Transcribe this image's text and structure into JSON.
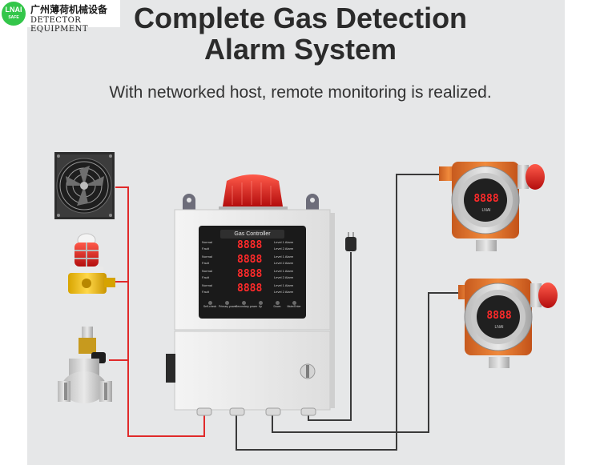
{
  "header": {
    "title_line1": "Complete Gas Detection",
    "title_line2": "Alarm System",
    "subtitle": "With networked host, remote monitoring is realized."
  },
  "logo": {
    "mark": "LNAI",
    "mark_sub": "SAFE",
    "company_cn": "广州薄荷机械设备",
    "company_en": "DETECTOR EQUIPMENT"
  },
  "controller": {
    "panel_title": "Gas Controller",
    "channels": [
      {
        "status_top": "Normal",
        "status_bottom": "Fault",
        "display": "8888",
        "level1": "Level 1 Alarm",
        "level2": "Level 2 Alarm"
      },
      {
        "status_top": "Normal",
        "status_bottom": "Fault",
        "display": "8888",
        "level1": "Level 1 Alarm",
        "level2": "Level 2 Alarm"
      },
      {
        "status_top": "Normal",
        "status_bottom": "Fault",
        "display": "8888",
        "level1": "Level 1 Alarm",
        "level2": "Level 2 Alarm"
      },
      {
        "status_top": "Normal",
        "status_bottom": "Fault",
        "display": "8888",
        "level1": "Level 1 Alarm",
        "level2": "Level 2 Alarm"
      }
    ],
    "buttons": [
      "Self-check",
      "Primary power",
      "Secondary power",
      "Up",
      "Down",
      "Mute/Enter"
    ]
  },
  "detectors": [
    {
      "display": "8888",
      "sub_label": "LNAI"
    },
    {
      "display": "8888",
      "sub_label": "LNAI"
    }
  ],
  "colors": {
    "background": "#e6e7e8",
    "wire_red": "#e02a2a",
    "wire_dark": "#3a3a3a",
    "detector_orange": "#e2702a",
    "alarm_red": "#e01818",
    "display_red": "#ff2a2a",
    "panel_black": "#1a1a1a",
    "logo_green": "#33c64a"
  },
  "icons": {
    "fan": "exhaust-fan-icon",
    "beacon": "alarm-beacon-icon",
    "valve": "solenoid-valve-icon",
    "plug": "power-plug-icon",
    "key": "key-lock-icon"
  }
}
